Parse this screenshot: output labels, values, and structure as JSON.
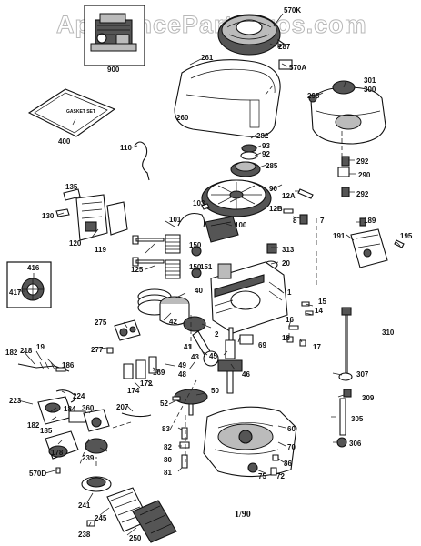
{
  "watermark": "AppliancePartsPros.com",
  "gasket_set_label": "GASKET SET",
  "footer_code": "1/90",
  "parts": {
    "p570K": "570K",
    "p900": "900",
    "p287": "287",
    "p570A": "570A",
    "p261": "261",
    "p260": "260",
    "p298": "298",
    "p301": "301",
    "p300": "300",
    "p282": "282",
    "p400": "400",
    "p93": "93",
    "p92": "92",
    "p285": "285",
    "p110": "110",
    "p292a": "292",
    "p290": "290",
    "p292b": "292",
    "p135": "135",
    "p103": "103",
    "p90": "90",
    "p12A": "12A",
    "p130": "130",
    "p12B": "12B",
    "p8": "8",
    "p7": "7",
    "p101": "101",
    "p100": "100",
    "p189": "189",
    "p191": "191",
    "p195": "195",
    "p120": "120",
    "p119": "119",
    "p150a": "150",
    "p313": "313",
    "p125": "125",
    "p150b": "150",
    "p151": "151",
    "p20": "20",
    "p416": "416",
    "p417": "417",
    "p40": "40",
    "p1": "1",
    "p15": "15",
    "p14": "14",
    "p275": "275",
    "p42": "42",
    "p16": "16",
    "p310": "310",
    "p2": "2",
    "p41": "41",
    "p18": "18",
    "p17": "17",
    "p43": "43",
    "p45": "45",
    "p69": "69",
    "p277": "277",
    "p182a": "182",
    "p218": "218",
    "p19": "19",
    "p186": "186",
    "p49": "49",
    "p307": "307",
    "p174": "174",
    "p172": "172",
    "p169": "169",
    "p48": "48",
    "p46": "46",
    "p224": "224",
    "p309": "309",
    "p223": "223",
    "p52": "52",
    "p50": "50",
    "p305": "305",
    "p184": "184",
    "p360": "360",
    "p207": "207",
    "p182b": "182",
    "p185": "185",
    "p60": "60",
    "p83": "83",
    "p70": "70",
    "p306": "306",
    "p178": "178",
    "p239": "239",
    "p82": "82",
    "p86": "86",
    "p570D": "570D",
    "p80": "80",
    "p75": "75",
    "p72": "72",
    "p81": "81",
    "p241": "241",
    "p245": "245",
    "p238": "238",
    "p250": "250"
  }
}
